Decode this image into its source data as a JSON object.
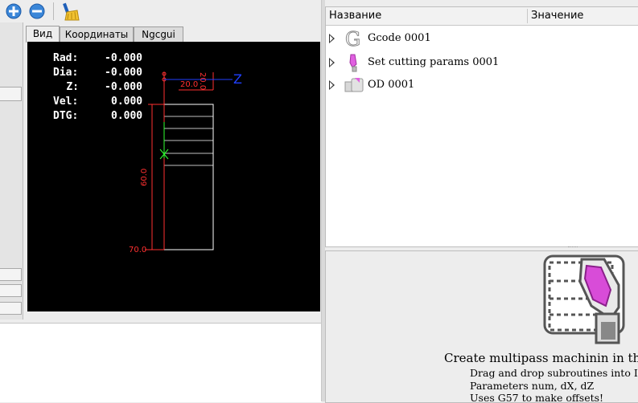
{
  "toolbar": {
    "items": [
      {
        "icon": "plus-icon"
      },
      {
        "icon": "minus-icon"
      },
      {
        "icon": "broom-icon"
      }
    ]
  },
  "tabs": [
    {
      "label": "Вид",
      "active": true
    },
    {
      "label": "Координаты",
      "active": false
    },
    {
      "label": "Ngcgui",
      "active": false
    }
  ],
  "dro": {
    "rows": [
      {
        "label": "Rad:",
        "value": "-0.000"
      },
      {
        "label": "Dia:",
        "value": "-0.000"
      },
      {
        "label": "Z:",
        "value": "-0.000"
      },
      {
        "label": "Vel:",
        "value": "0.000"
      },
      {
        "label": "DTG:",
        "value": "0.000"
      }
    ]
  },
  "preview": {
    "dim_20_horizontal": "20.0",
    "dim_20_vertical": "20.0",
    "dim_60": "60.0",
    "dim_70": "70.0",
    "axis_z": "Z",
    "axis_x": "X",
    "colors": {
      "background": "#000000",
      "dimension": "#ff3030",
      "axis_z": "#2040ff",
      "axis_x": "#30ff30",
      "stock": "#ffffff"
    }
  },
  "tree": {
    "columns": {
      "name": "Название",
      "value": "Значение"
    },
    "items": [
      {
        "label": "Gcode 0001",
        "icon": "g-letter-icon"
      },
      {
        "label": "Set cutting params 0001",
        "icon": "cutting-tool-icon"
      },
      {
        "label": "OD 0001",
        "icon": "od-turning-icon"
      }
    ]
  },
  "description": {
    "icon": "multipass-tool-icon",
    "title": "Create multipass machinin in the de",
    "lines": [
      "Drag and drop subroutines into Iter",
      "Parameters num, dX, dZ",
      "Uses G57 to make offsets!"
    ]
  }
}
